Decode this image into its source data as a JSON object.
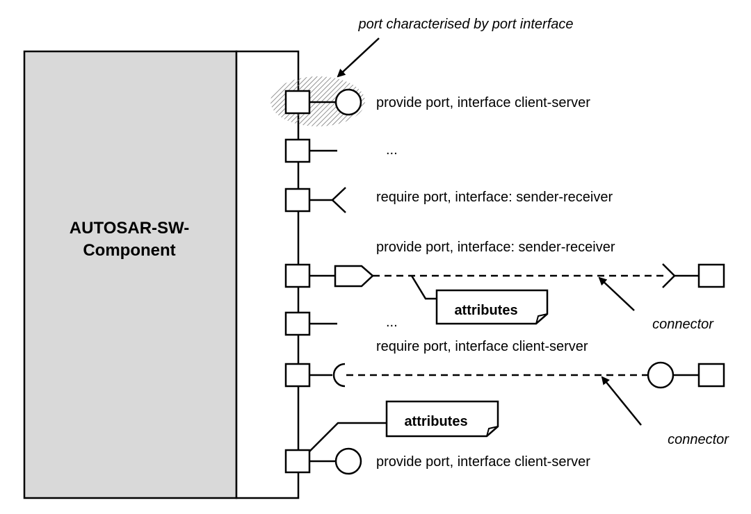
{
  "component": {
    "title_line1": "AUTOSAR-SW-",
    "title_line2": "Component"
  },
  "annotation": {
    "port_characterised": "port characterised by port interface"
  },
  "ports": {
    "port1_label": "provide port, interface client-server",
    "port2_label": "...",
    "port3_label": "require port, interface: sender-receiver",
    "port4_label": "provide port, interface: sender-receiver",
    "port5_label": "...",
    "port6_label": "require port, interface client-server",
    "port7_label": "provide port, interface client-server"
  },
  "notes": {
    "attributes_upper": "attributes",
    "attributes_lower": "attributes"
  },
  "connectors": {
    "upper_label": "connector",
    "lower_label": "connector"
  },
  "colors": {
    "component_fill": "#d9d9d9",
    "line": "#000000"
  }
}
